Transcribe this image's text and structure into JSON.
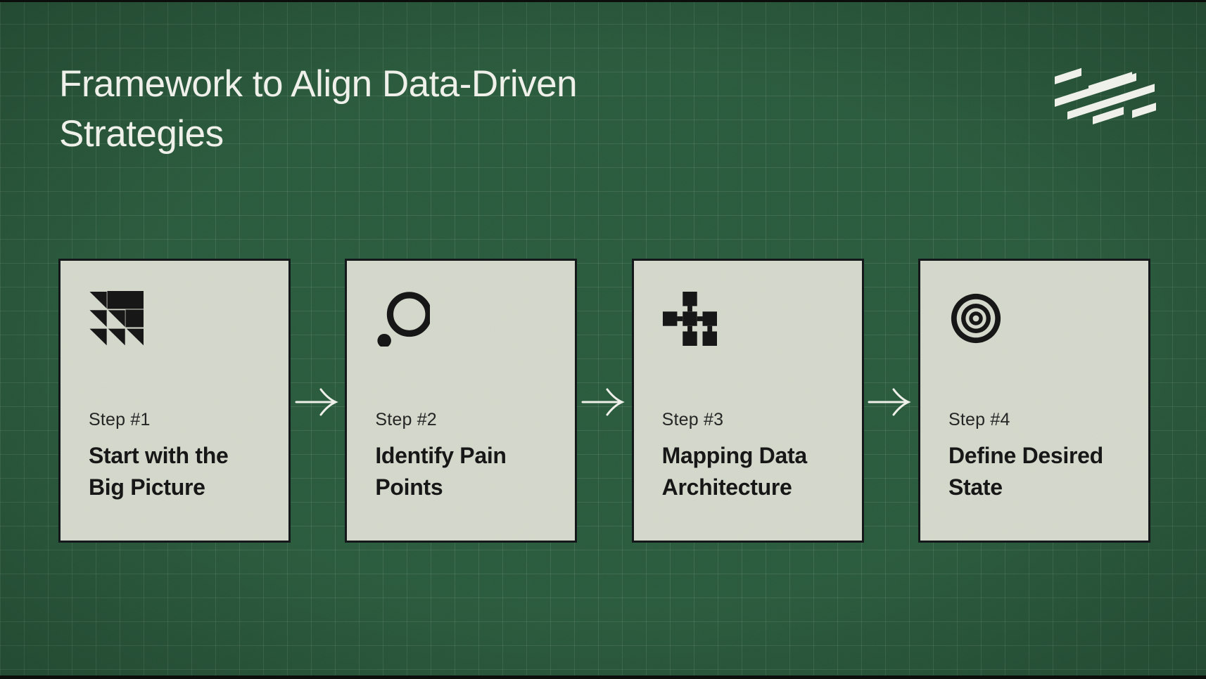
{
  "page": {
    "title_line1": "Framework to Align Data-Driven",
    "title_line2": "Strategies",
    "background_color": "#2b5a3d",
    "grid_line_color": "#4f7a5e",
    "card_color": "#d2d7ca",
    "ink_color": "#161616",
    "light_text_color": "#eef0e9"
  },
  "logo": {
    "icon": "diagonal-hatch-stripes-logo"
  },
  "steps": [
    {
      "label": "Step #1",
      "title_line1": "Start with the",
      "title_line2": "Big Picture",
      "icon": "triangle-grid-icon"
    },
    {
      "label": "Step #2",
      "title_line1": "Identify Pain",
      "title_line2": "Points",
      "icon": "circle-orbit-icon"
    },
    {
      "label": "Step #3",
      "title_line1": "Mapping Data",
      "title_line2": "Architecture",
      "icon": "network-nodes-icon"
    },
    {
      "label": "Step #4",
      "title_line1": "Define Desired",
      "title_line2": "State",
      "icon": "target-bullseye-icon"
    }
  ],
  "arrows": {
    "icon": "right-arrow-icon",
    "count": 3
  }
}
